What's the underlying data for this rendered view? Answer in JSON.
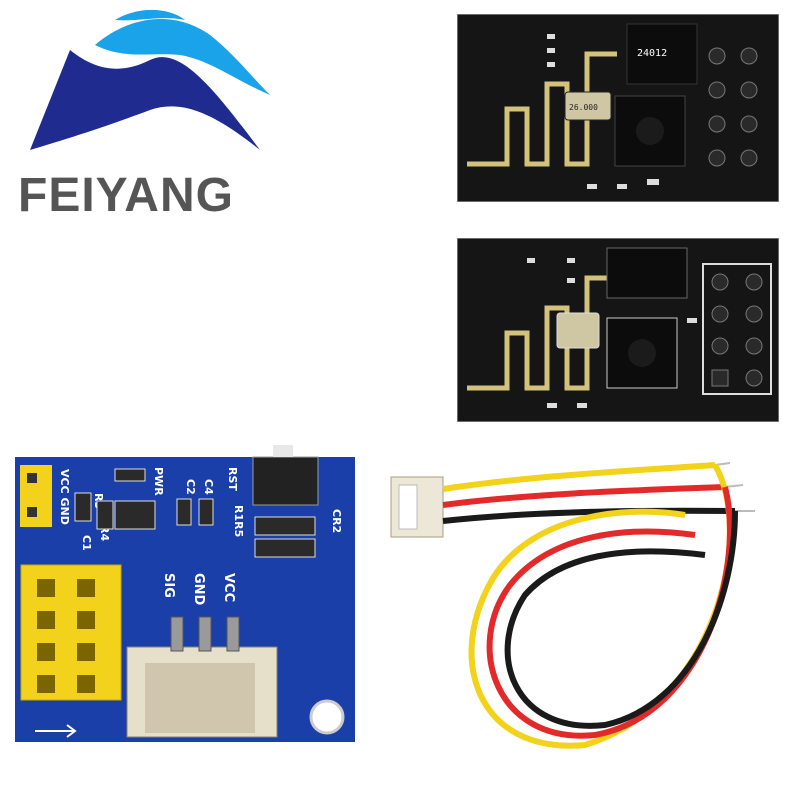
{
  "brand": {
    "name": "FEIYANG",
    "colors": {
      "dark_blue": "#1f2b8f",
      "light_blue": "#1aa3e8",
      "text_gray": "#555555"
    }
  },
  "module_top": {
    "chip_label_1": "24012",
    "crystal_label": "26.000"
  },
  "module_middle": {},
  "adapter_board": {
    "color": "#1a3fa8",
    "labels": {
      "vcc_gnd": "VCC GND",
      "rst": "RST",
      "pwr": "PWR",
      "r3": "R3",
      "r4": "R4",
      "c1": "C1",
      "c2": "C2",
      "c4": "C4",
      "r1r5": "R1R5",
      "cr2": "CR2",
      "sig": "SIG",
      "gnd": "GND",
      "vcc": "VCC"
    }
  },
  "cable": {
    "wire_colors": [
      "#f2d21b",
      "#e32a2a",
      "#1a1a1a"
    ]
  }
}
